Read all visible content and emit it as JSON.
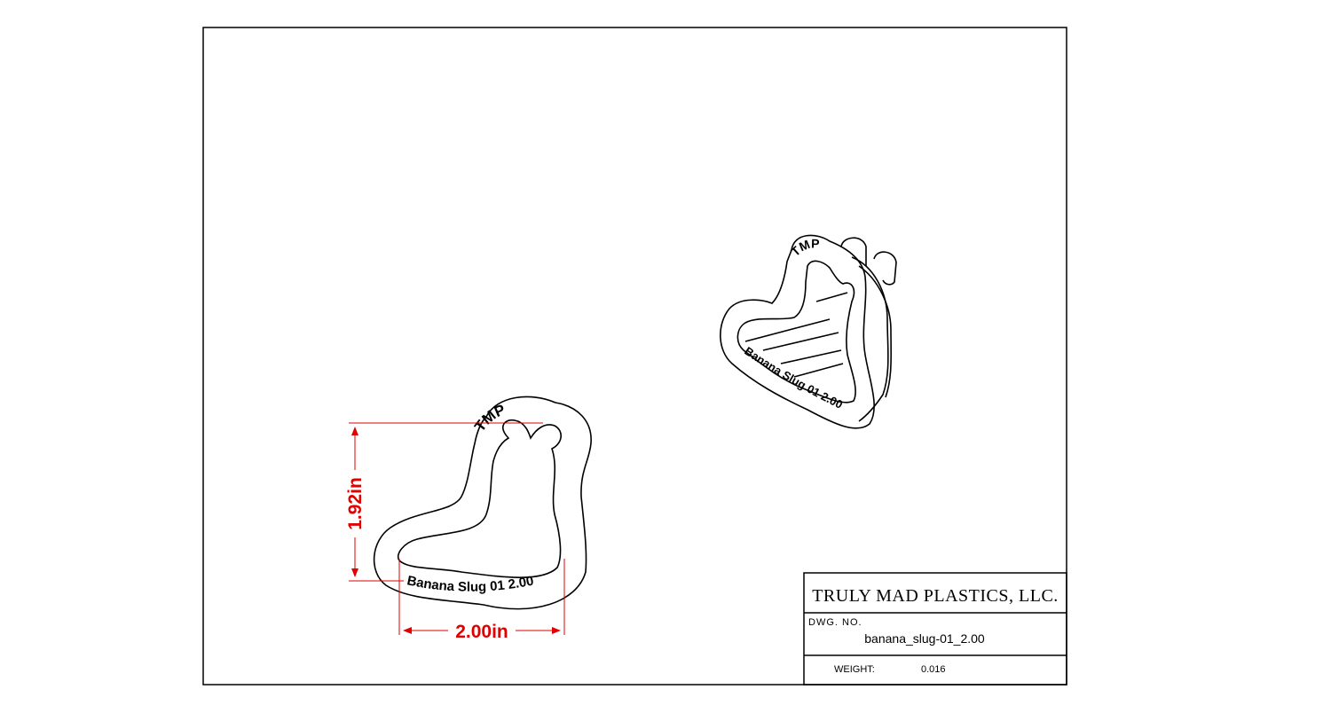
{
  "drawing": {
    "front_view": {
      "top_text": "TMP",
      "bottom_text": "Banana Slug 01  2.00"
    },
    "iso_view": {
      "top_text": "TMP",
      "bottom_text": "Banana Slug 01 2.00"
    },
    "dimensions": {
      "height_label": "1.92in",
      "width_label": "2.00in"
    },
    "dimension_color": "#e00000",
    "line_color": "#000000"
  },
  "title_block": {
    "company": "TRULY MAD PLASTICS, LLC.",
    "dwg_no_label": "DWG. NO.",
    "dwg_no_value": "banana_slug-01_2.00",
    "weight_label": "WEIGHT:",
    "weight_value": "0.016"
  }
}
